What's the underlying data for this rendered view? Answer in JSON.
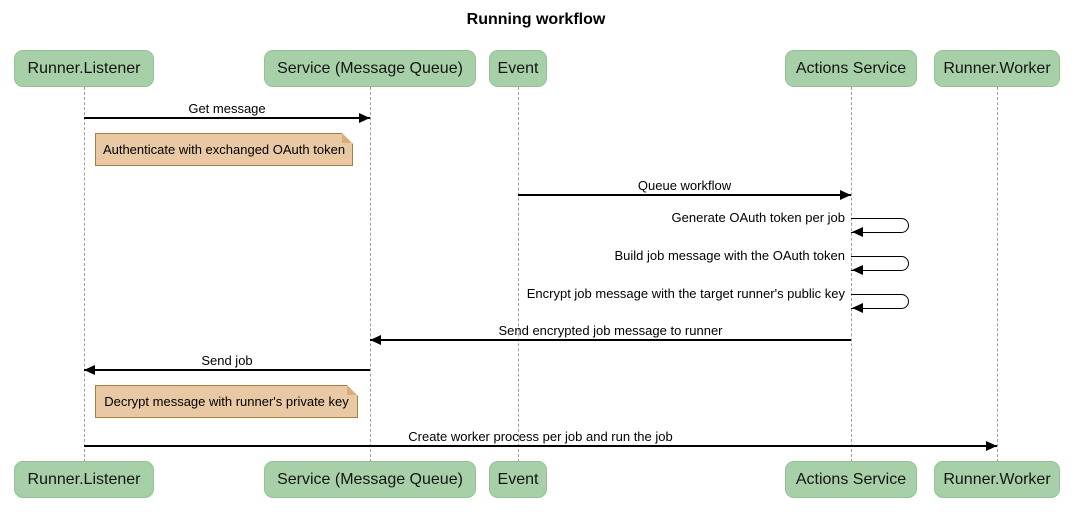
{
  "title": "Running workflow",
  "participants": [
    {
      "id": "runner-listener",
      "label": "Runner.Listener"
    },
    {
      "id": "service-message-queue",
      "label": "Service (Message Queue)"
    },
    {
      "id": "event",
      "label": "Event"
    },
    {
      "id": "actions-service",
      "label": "Actions Service"
    },
    {
      "id": "runner-worker",
      "label": "Runner.Worker"
    }
  ],
  "messages": [
    {
      "label": "Get message",
      "from": "Runner.Listener",
      "to": "Service (Message Queue)",
      "type": "solid-arrow"
    },
    {
      "label": "Queue workflow",
      "from": "Event",
      "to": "Actions Service",
      "type": "solid-arrow"
    },
    {
      "label": "Generate OAuth token per job",
      "from": "Actions Service",
      "to": "Actions Service",
      "type": "self"
    },
    {
      "label": "Build job message with the OAuth token",
      "from": "Actions Service",
      "to": "Actions Service",
      "type": "self"
    },
    {
      "label": "Encrypt job message with the target runner's public key",
      "from": "Actions Service",
      "to": "Actions Service",
      "type": "self"
    },
    {
      "label": "Send encrypted job message to runner",
      "from": "Actions Service",
      "to": "Service (Message Queue)",
      "type": "solid-arrow"
    },
    {
      "label": "Send job",
      "from": "Service (Message Queue)",
      "to": "Runner.Listener",
      "type": "solid-arrow"
    },
    {
      "label": "Create worker process per job and run the job",
      "from": "Runner.Listener",
      "to": "Runner.Worker",
      "type": "solid-arrow"
    }
  ],
  "notes": [
    {
      "label": "Authenticate with exchanged OAuth token",
      "position": "right of Runner.Listener"
    },
    {
      "label": "Decrypt message with runner's private key",
      "position": "right of Runner.Listener"
    }
  ],
  "colors": {
    "participant_fill": "#a8d0a8",
    "participant_border": "#93c193",
    "note_fill": "#e9c9a4",
    "note_border": "#aa7d45",
    "note_fold": "#d7ad79",
    "lifeline": "#9e9e9e",
    "arrow": "#000000"
  }
}
